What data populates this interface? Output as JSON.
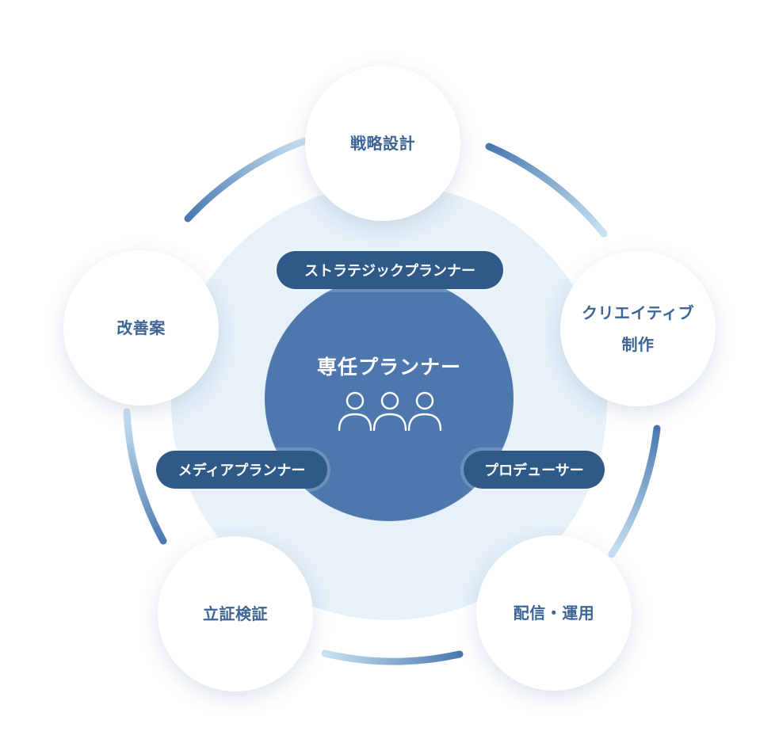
{
  "center": {
    "title": "専任プランナー",
    "icon": "three-people-icon"
  },
  "nodes": {
    "top": {
      "label": "戦略設計"
    },
    "right": {
      "line1": "クリエイティブ",
      "line2": "制作"
    },
    "bottom_right": {
      "label": "配信・運用"
    },
    "bottom_left": {
      "label": "立証検証"
    },
    "left": {
      "label": "改善案"
    }
  },
  "roles": {
    "strategic": "ストラテジックプランナー",
    "media": "メディアプランナー",
    "producer": "プロデューサー"
  },
  "colors": {
    "core": "#4e78ad",
    "pill": "#2f5a88",
    "halo": "#e6f1f9",
    "node_text": "#3c6596",
    "arc_dark": "#4a79b0",
    "arc_light": "#c9e2f2"
  }
}
